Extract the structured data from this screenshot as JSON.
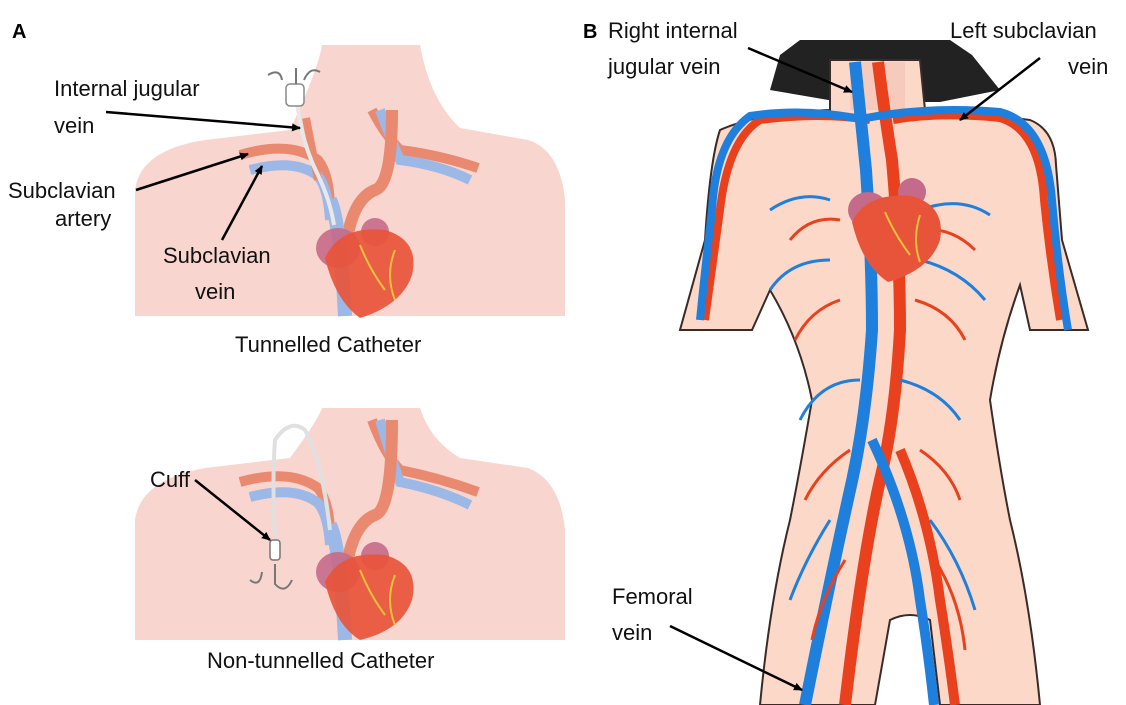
{
  "panel_a": {
    "letter": "A",
    "top": {
      "caption": "Tunnelled Catheter",
      "labels": {
        "internal_jugular_line1": "Internal jugular",
        "internal_jugular_line2": "vein",
        "subclavian_artery_line1": "Subclavian",
        "subclavian_artery_line2": "artery",
        "subclavian_vein_line1": "Subclavian",
        "subclavian_vein_line2": "vein"
      }
    },
    "bottom": {
      "caption": "Non-tunnelled Catheter",
      "labels": {
        "cuff": "Cuff"
      }
    }
  },
  "panel_b": {
    "letter": "B",
    "labels": {
      "right_ijv_line1": "Right internal",
      "right_ijv_line2": "jugular vein",
      "left_subclavian_line1": "Left subclavian",
      "left_subclavian_line2": "vein",
      "femoral_line1": "Femoral",
      "femoral_line2": "vein"
    }
  },
  "colors": {
    "skin_panel": "#f9d5cf",
    "skin_body": "#fbd8c8",
    "skin_outline": "#3a2a28",
    "vein": "#1e7fdc",
    "vein_light": "#9bb8e6",
    "artery": "#e9411e",
    "artery_light": "#e98a70",
    "heart": "#e8543a",
    "heart_top": "#c56a8a",
    "hair": "#222222"
  }
}
